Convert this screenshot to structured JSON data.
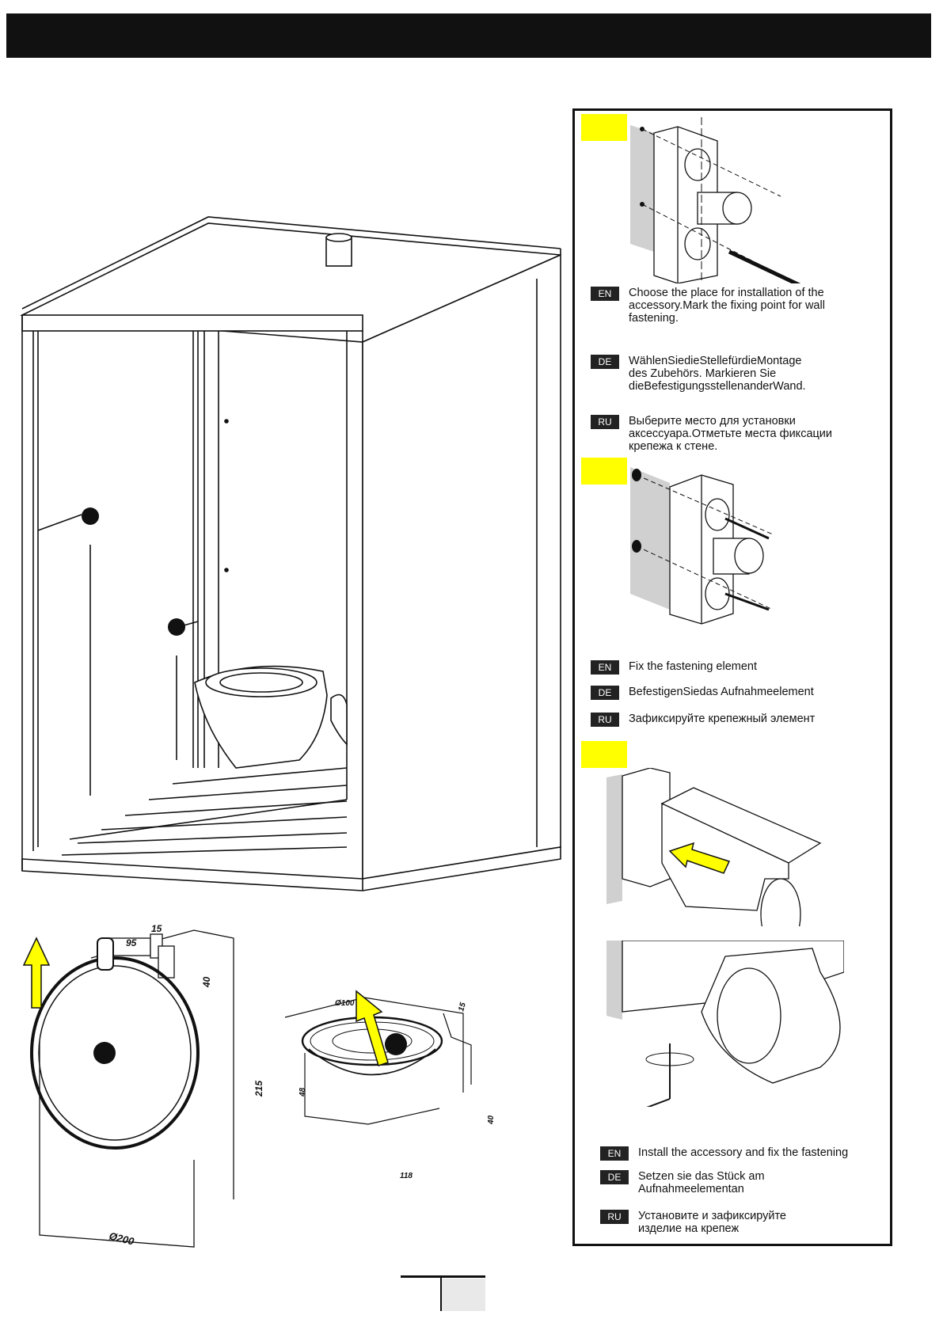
{
  "steps": [
    {
      "en_badge": "EN",
      "en_text": "Choose the place for installation of the\naccessory.Mark the fixing point for wall\nfastening.",
      "de_badge": "DE",
      "de_text": "WählenSiedieStellefürdieMontage\ndes Zubehörs. Markieren Sie\ndieBefestigungsstellenanderWand.",
      "ru_badge": "RU",
      "ru_text": "Выберите место для установки\nаксессуара.Отметьте места фиксации\nкрепежа к стене."
    },
    {
      "en_badge": "EN",
      "en_text": "Fix the fastening element",
      "de_badge": "DE",
      "de_text": "BefestigenSiedas    Aufnahmeelement",
      "ru_badge": "RU",
      "ru_text": "Зафиксируйте крепежный элемент"
    },
    {
      "en_badge": "EN",
      "en_text": "Install the accessory and fix  the  fastening",
      "de_badge": "DE",
      "de_text": " Setzen sie das Stück am\nAufnahmeelementan",
      "ru_badge": "RU",
      "ru_text": "Установите и зафиксируйте\nизделие на крепеж"
    }
  ],
  "dimensions": {
    "ring": {
      "top": "15",
      "width": "95",
      "depth": "40",
      "height": "215",
      "diameter": "Ø200"
    },
    "soap": {
      "diameter": "Ø100",
      "top": "15",
      "left": "48",
      "right": "40",
      "bottom": "118"
    }
  },
  "colors": {
    "accent_yellow": "#ffff00",
    "header": "#111111",
    "badge": "#222222"
  }
}
